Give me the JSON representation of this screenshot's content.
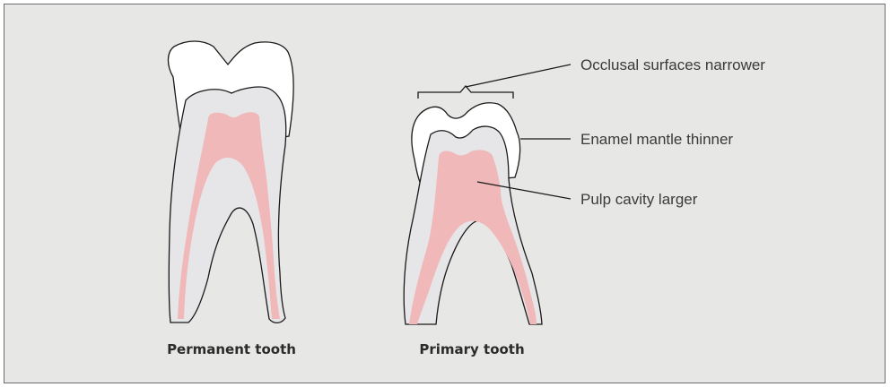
{
  "figure": {
    "labels": {
      "occlusal": "Occlusal surfaces narrower",
      "enamel": "Enamel mantle thinner",
      "pulp": "Pulp cavity larger"
    },
    "captions": {
      "permanent": "Permanent tooth",
      "primary": "Primary tooth"
    },
    "colors": {
      "background": "#e7e7e6",
      "dentin": "#e6e6e8",
      "enamel": "#ffffff",
      "pulp": "#f0b8b8",
      "outline": "#1a1a1a"
    }
  }
}
